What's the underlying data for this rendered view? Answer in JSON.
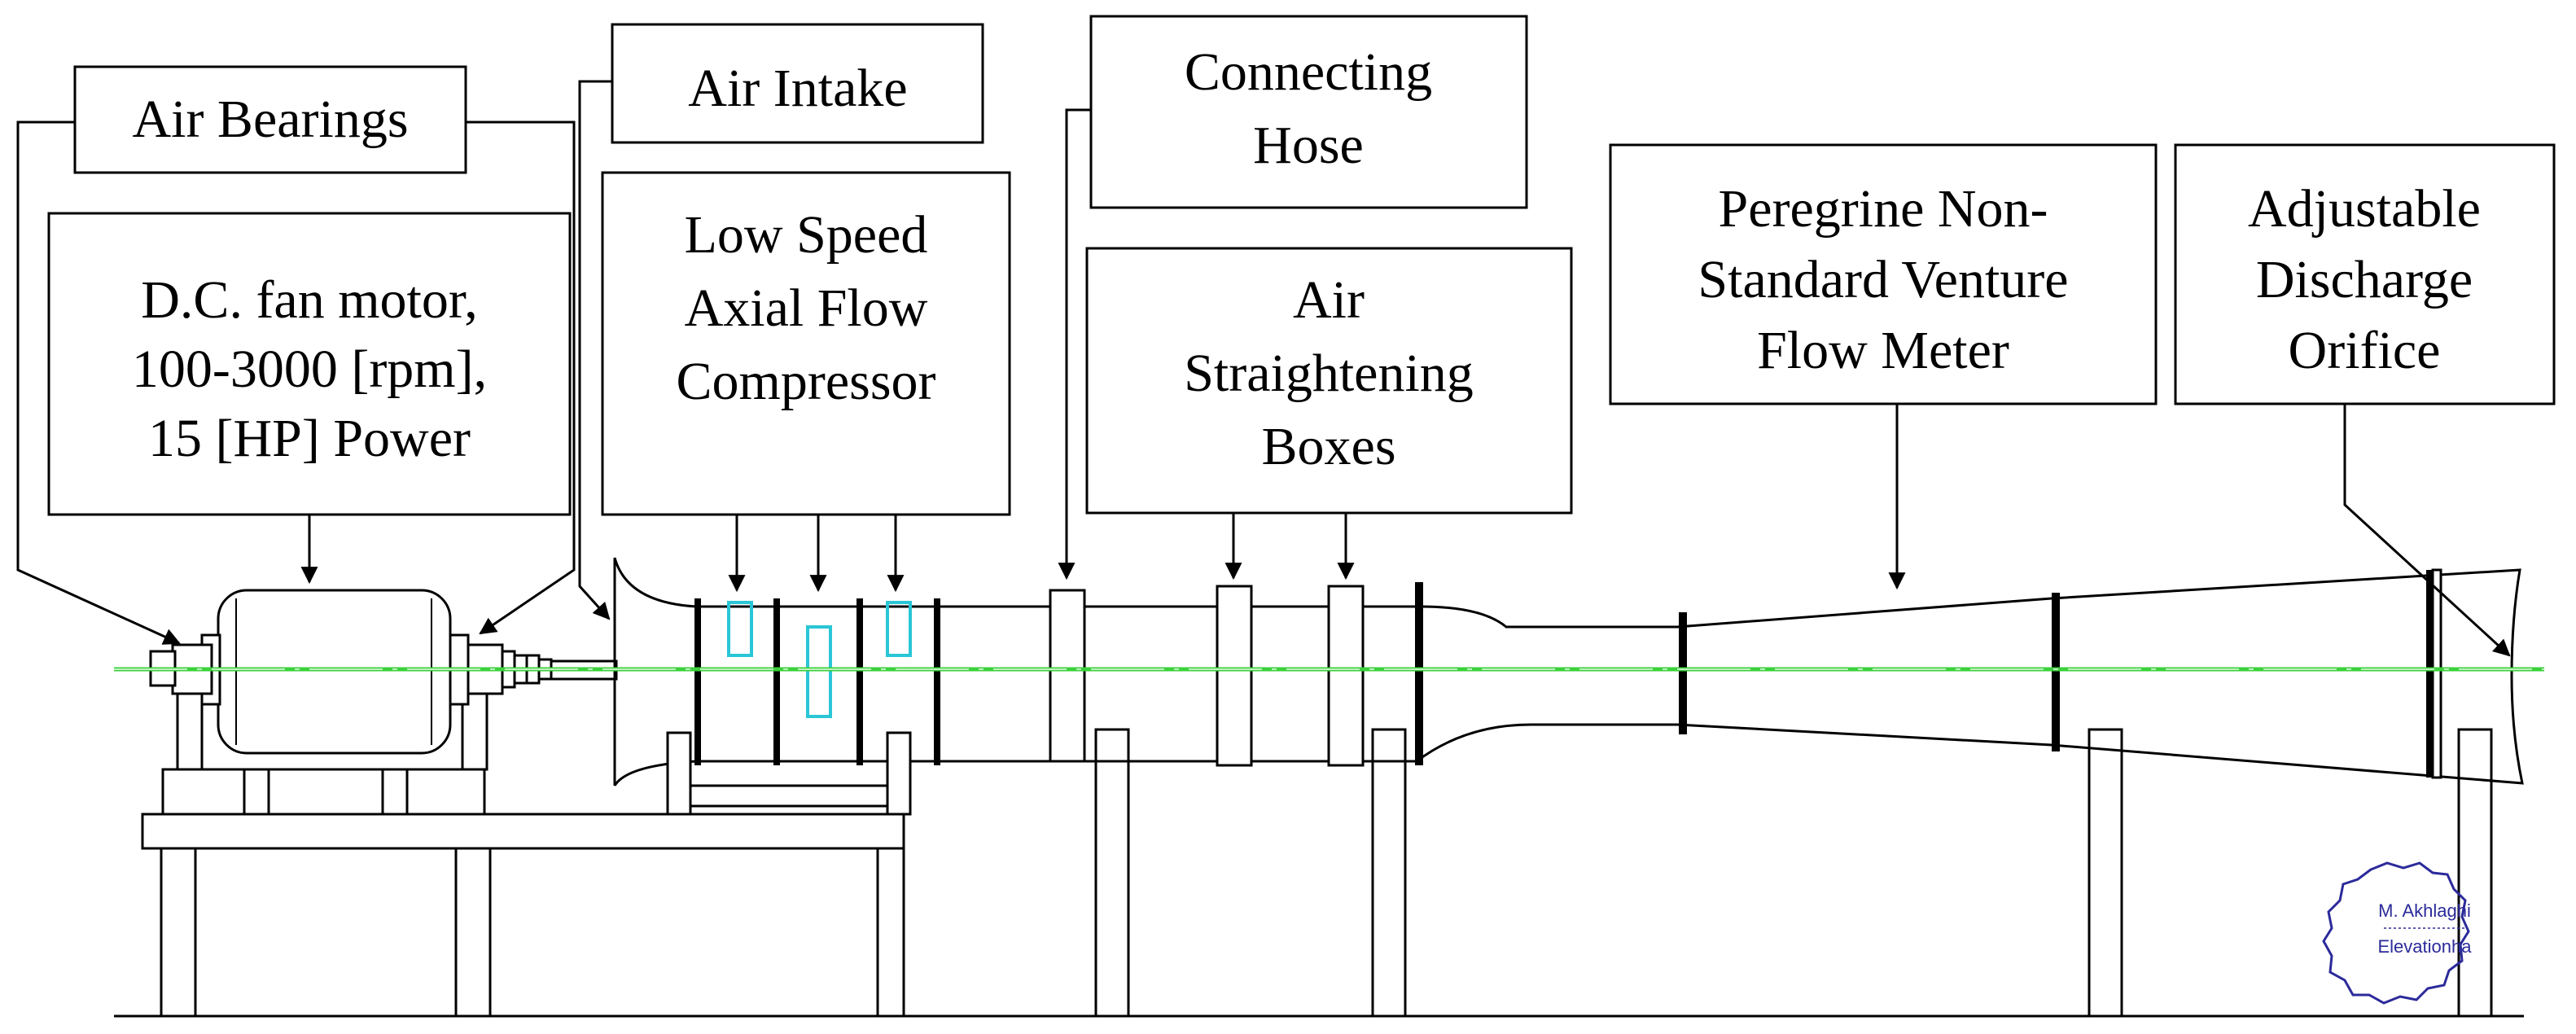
{
  "labels": {
    "air_bearings": [
      "Air Bearings"
    ],
    "motor": [
      "D.C. fan motor,",
      "100-3000 [rpm],",
      "15 [HP] Power"
    ],
    "air_intake": [
      "Air Intake"
    ],
    "compressor": [
      "Low Speed",
      "Axial Flow",
      "Compressor"
    ],
    "connecting_hose": [
      "Connecting",
      "Hose"
    ],
    "straightening": [
      "Air",
      "Straightening",
      "Boxes"
    ],
    "flow_meter": [
      "Peregrine Non-",
      "Standard Venture",
      "Flow Meter"
    ],
    "discharge": [
      "Adjustable",
      "Discharge",
      "Orifice"
    ]
  },
  "watermark": {
    "line1": "M. Akhlaghi",
    "line2": "Elevationha",
    "color": "#2b2a9a"
  },
  "colors": {
    "centerline": "#3ad13a",
    "compressor_blades": "#29c6d6",
    "ink": "#000000"
  }
}
